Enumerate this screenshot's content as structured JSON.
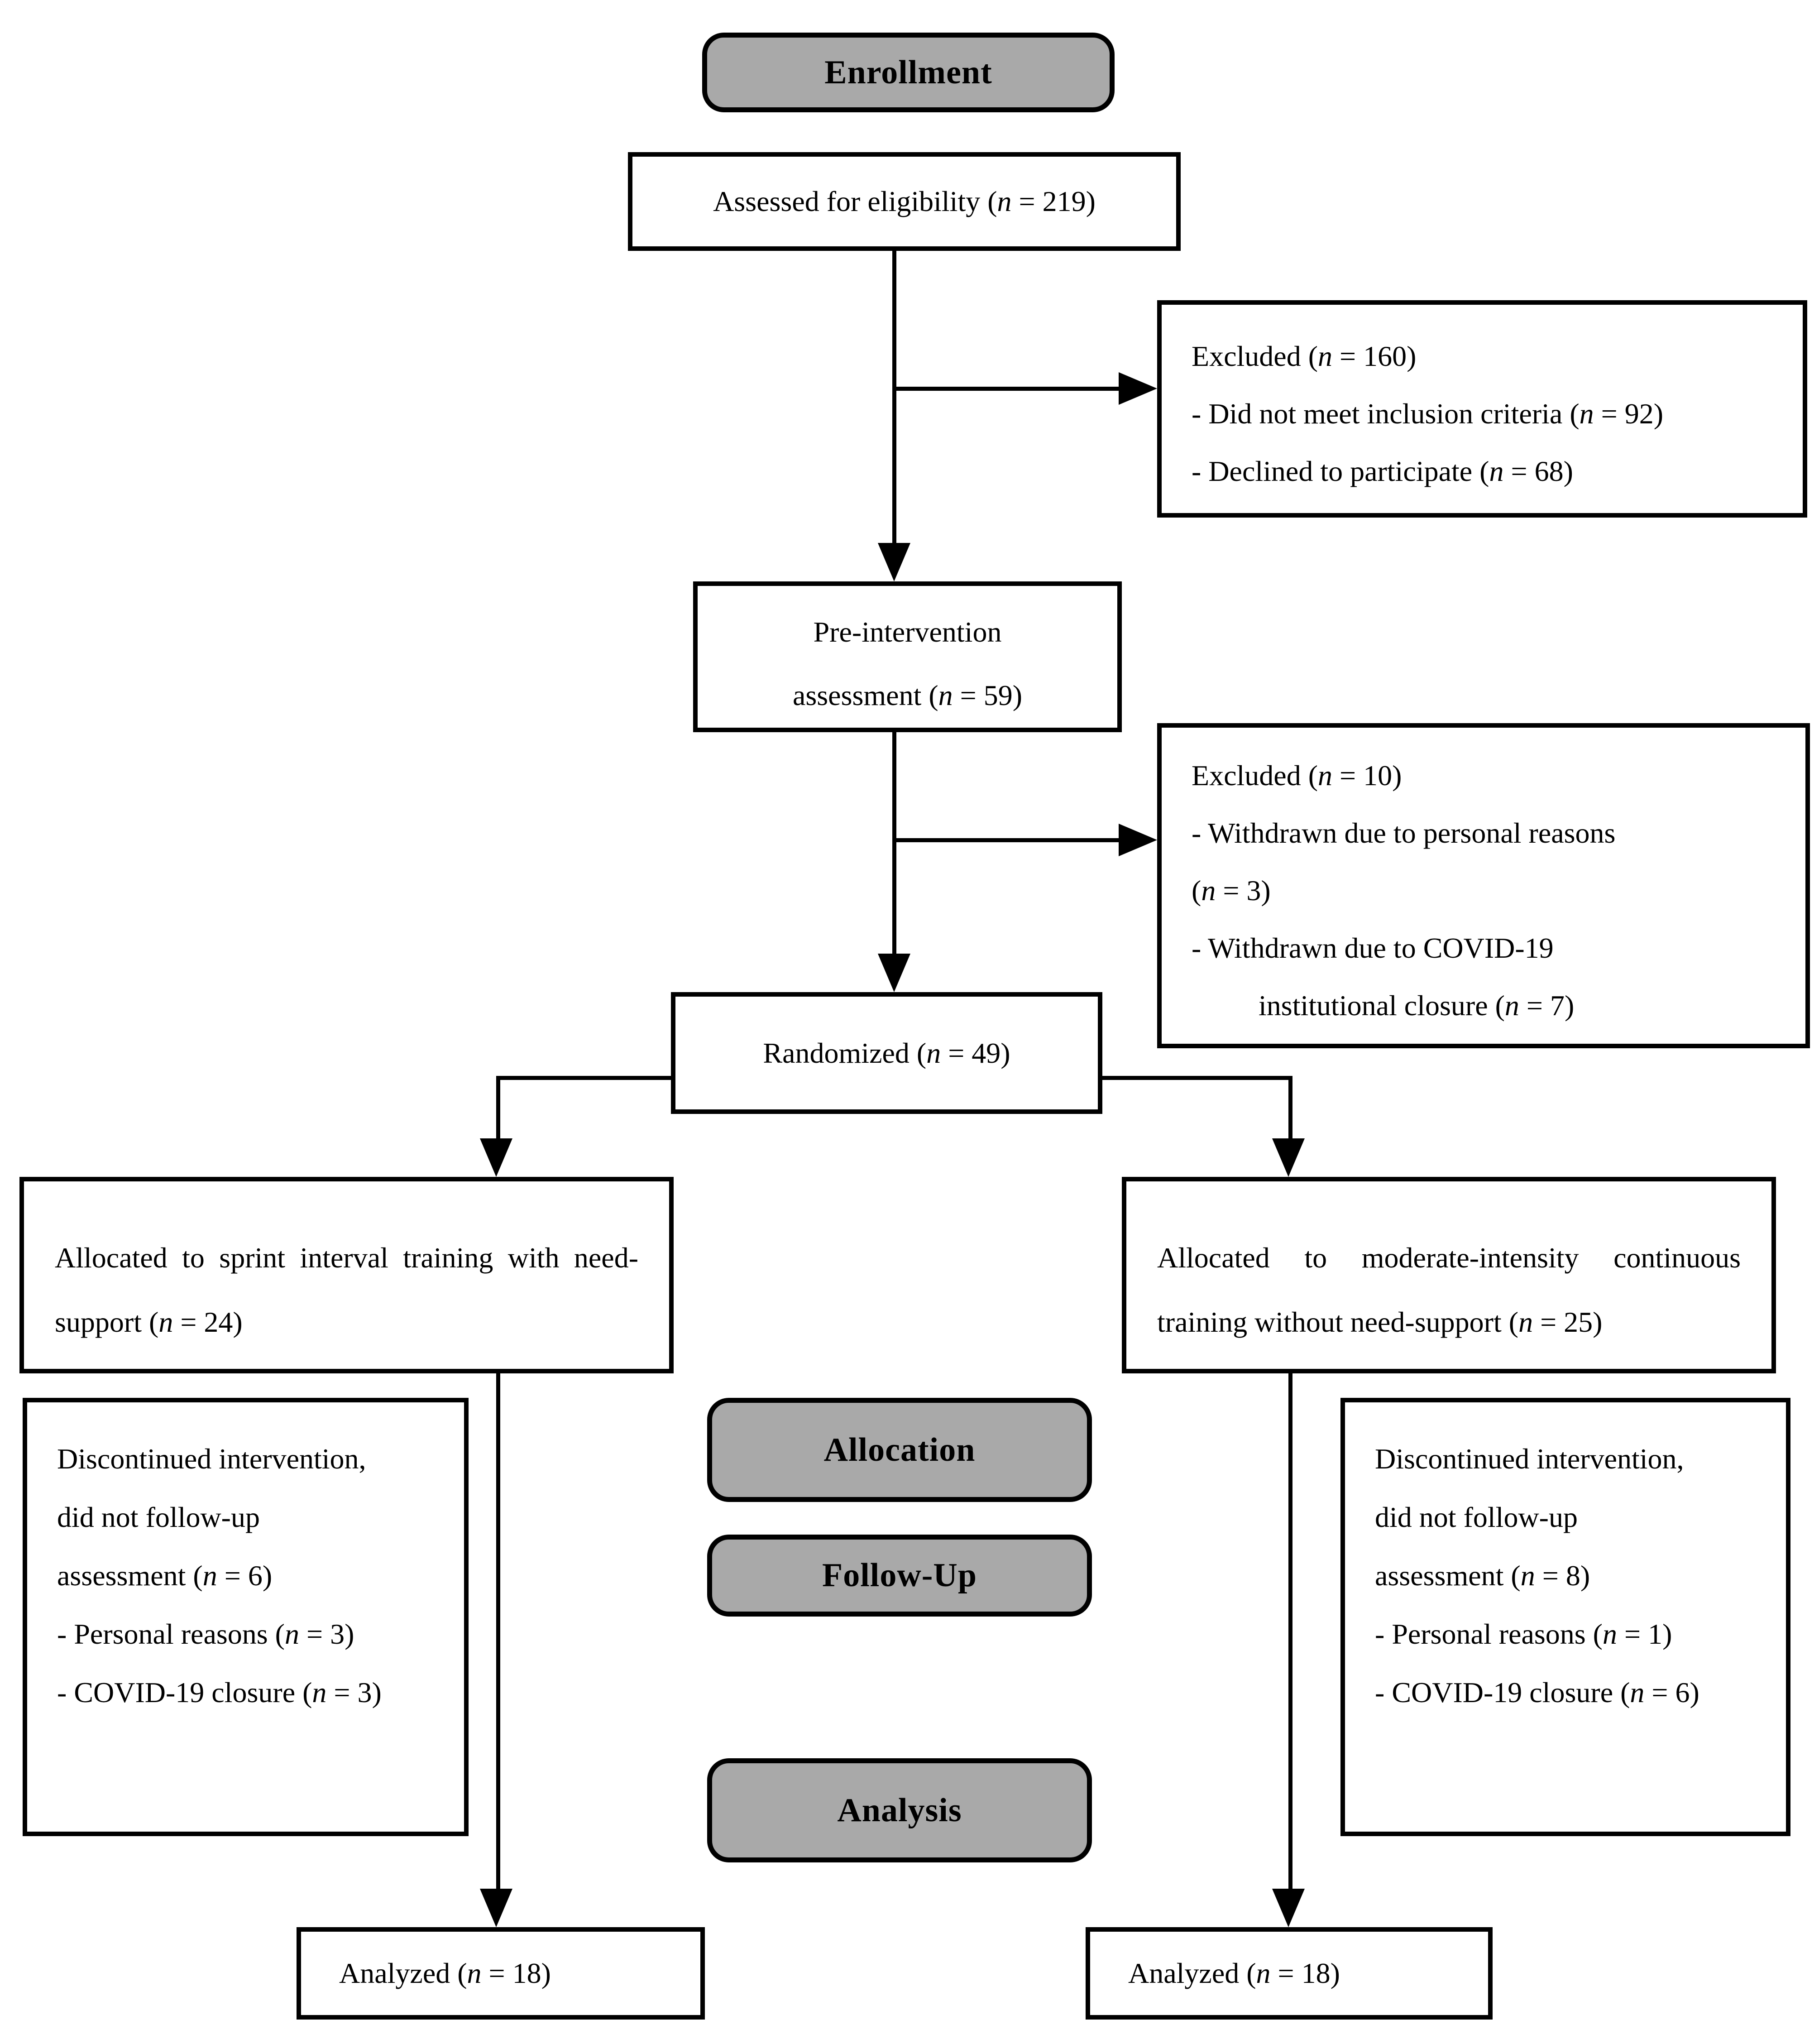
{
  "colors": {
    "stage_fill": "#a9a9a9",
    "box_fill": "#ffffff",
    "border": "#000000"
  },
  "stages": {
    "enrollment": "Enrollment",
    "allocation": "Allocation",
    "followup": "Follow-Up",
    "analysis": "Analysis"
  },
  "nodes": {
    "assessed": {
      "text": "Assessed for eligibility (n = 219)"
    },
    "excluded1": {
      "lines": [
        "Excluded (n = 160)",
        "- Did not meet inclusion criteria (n = 92)",
        "- Declined to participate (n = 68)"
      ]
    },
    "preintervention": {
      "lines": [
        "Pre-intervention",
        "assessment (n = 59)"
      ]
    },
    "excluded2": {
      "lines": [
        "Excluded (n = 10)",
        "- Withdrawn due to personal reasons",
        "(n = 3)",
        "- Withdrawn due to COVID-19",
        "institutional closure (n = 7)"
      ]
    },
    "randomized": {
      "text": "Randomized (n = 49)"
    },
    "allocated_left": {
      "text": "Allocated to sprint interval training with need-support (n = 24)"
    },
    "allocated_right": {
      "text": "Allocated to moderate-intensity continuous training without need-support (n = 25)"
    },
    "discontinued_left": {
      "lines": [
        "Discontinued intervention,",
        "did not follow-up",
        "assessment (n = 6)",
        "- Personal reasons (n = 3)",
        "- COVID-19 closure (n = 3)"
      ]
    },
    "discontinued_right": {
      "lines": [
        "Discontinued intervention,",
        "did not follow-up",
        "assessment (n = 8)",
        "- Personal reasons (n = 1)",
        "- COVID-19 closure (n = 6)"
      ]
    },
    "analyzed_left": {
      "text": "Analyzed (n = 18)"
    },
    "analyzed_right": {
      "text": "Analyzed (n = 18)"
    }
  }
}
